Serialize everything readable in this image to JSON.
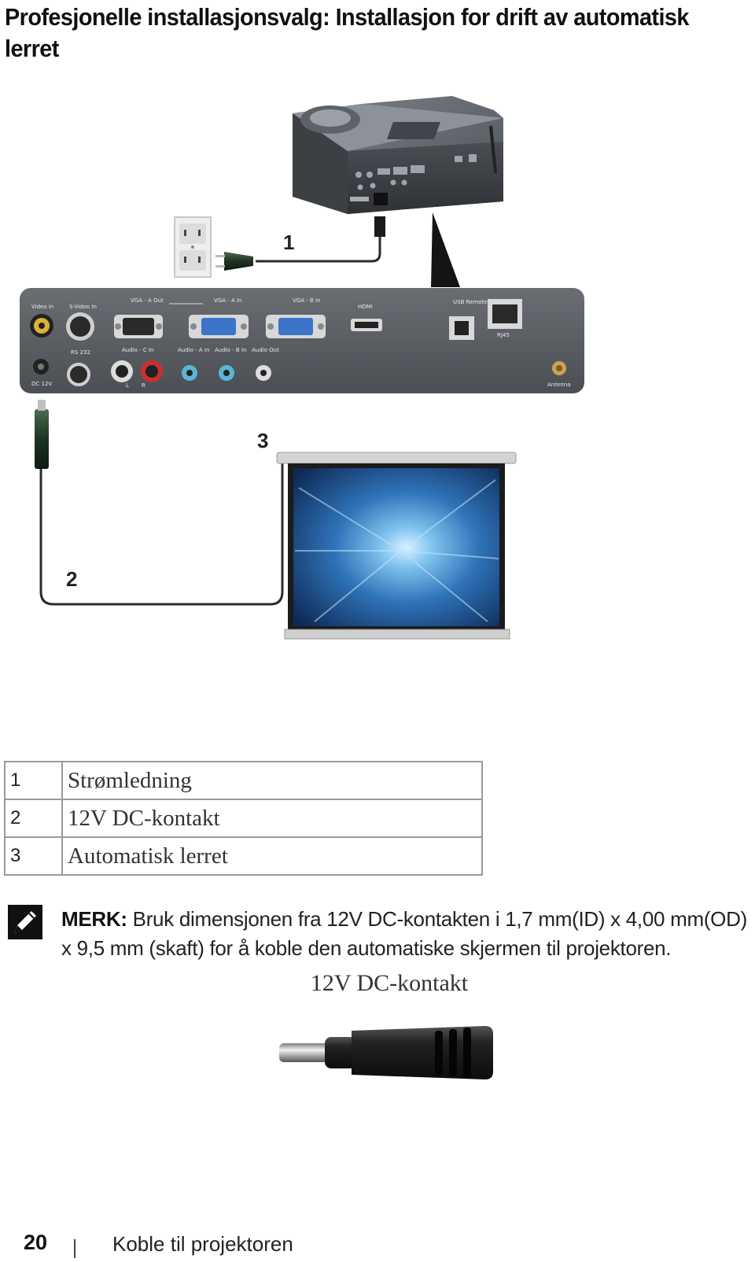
{
  "heading": "Profesjonelle installasjonsvalg: Installasjon for drift av automatisk lerret",
  "diagram": {
    "callouts": [
      "1",
      "2",
      "3"
    ],
    "panel": {
      "top_row_labels": [
        "Video in",
        "S-Video In",
        "VGA - A Out",
        "VGA - A In",
        "VGA - B In",
        "HDMI",
        "USB Remote"
      ],
      "bottom_row_labels": [
        "RS 232",
        "Audio - C In",
        "Audio - A In",
        "Audio - B In",
        "Audio Out"
      ],
      "lr_labels": [
        "L",
        "R"
      ],
      "dc_label": "DC 12V",
      "rj45_label": "RJ45",
      "antenna_label": "Antenna"
    }
  },
  "legend": [
    {
      "num": "1",
      "text": "Strømledning"
    },
    {
      "num": "2",
      "text": "12V DC-kontakt"
    },
    {
      "num": "3",
      "text": "Automatisk lerret"
    }
  ],
  "note": {
    "label": "MERK:",
    "text": "Bruk dimensjonen fra 12V DC-kontakten i 1,7 mm(ID) x 4,00 mm(OD) x 9,5 mm (skaft) for å koble den automatiske skjermen til projektoren."
  },
  "dc_caption": "12V DC-kontakt",
  "footer": {
    "page_number": "20",
    "section_title": "Koble til projektoren"
  }
}
